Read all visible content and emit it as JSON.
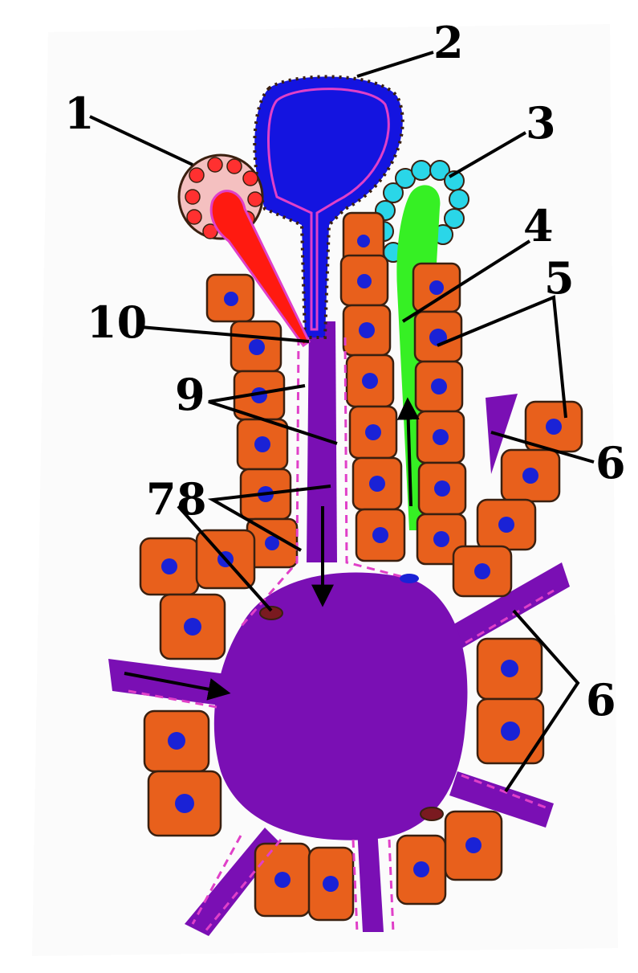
{
  "colors": {
    "hepatocyte": "#e8601c",
    "hepatocyte_outline": "#3a2010",
    "nucleus": "#1a22d6",
    "sinusoid": "#7a0fb4",
    "central_vein": "#1414e0",
    "arteriole": "#ff1a10",
    "bile_duct": "#36f024",
    "bile_epithelium": "#2ad6e8",
    "membrane": "#e040c8",
    "background": "#ffffff"
  },
  "labels": [
    "1",
    "2",
    "3",
    "4",
    "5",
    "6",
    "6",
    "7",
    "8",
    "9",
    "10"
  ]
}
